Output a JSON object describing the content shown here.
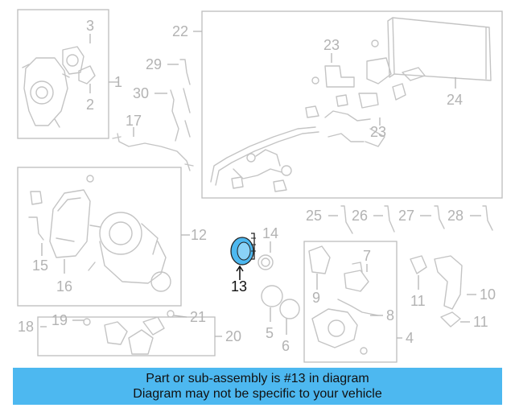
{
  "diagram": {
    "callouts": {
      "c1": "1",
      "c2": "2",
      "c3": "3",
      "c4": "4",
      "c5": "5",
      "c6": "6",
      "c7": "7",
      "c8": "8",
      "c9": "9",
      "c10": "10",
      "c11a": "11",
      "c11b": "11",
      "c12": "12",
      "c13": "13",
      "c14": "14",
      "c15": "15",
      "c16": "16",
      "c17": "17",
      "c18": "18",
      "c19": "19",
      "c20": "20",
      "c21": "21",
      "c22": "22",
      "c23a": "23",
      "c23b": "23",
      "c24": "24",
      "c25": "25",
      "c26": "26",
      "c27": "27",
      "c28": "28",
      "c29": "29",
      "c30": "30"
    },
    "highlight_color": "#4db8f0"
  },
  "banner": {
    "line1": "Part or sub-assembly is #13 in diagram",
    "line2": "Diagram may not be specific to your vehicle",
    "background": "#4db8f0"
  }
}
